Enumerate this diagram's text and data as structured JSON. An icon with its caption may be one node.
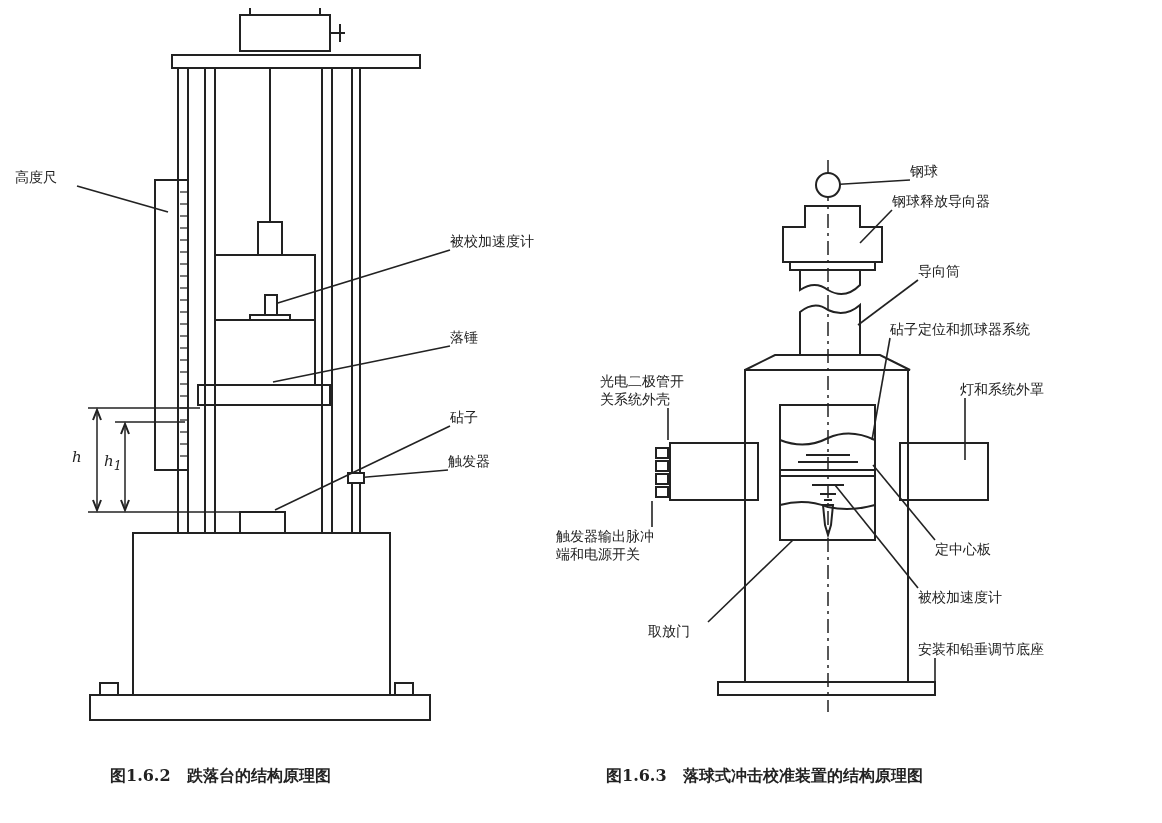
{
  "diagram": {
    "nodes": [
      {
        "text": [
          "高度尺"
        ]
      },
      {
        "text": [
          "被校加速度计"
        ]
      },
      {
        "text": [
          "落锤"
        ]
      },
      {
        "text": [
          "砧子"
        ]
      },
      {
        "text": [
          "触发器"
        ]
      },
      {
        "text": [
          "钢球"
        ]
      },
      {
        "text": [
          "钢球释放导向器"
        ]
      },
      {
        "text": [
          "导向筒"
        ]
      },
      {
        "text": [
          "砧子定位和抓球器系统"
        ]
      },
      {
        "text": [
          "光电二极管开关系统外壳"
        ]
      },
      {
        "text": [
          "灯和系统外罩"
        ]
      },
      {
        "text": [
          "触发器输出脉冲端和电源开关"
        ]
      },
      {
        "text": [
          "定中心板"
        ]
      },
      {
        "text": [
          "被校加速度计"
        ]
      },
      {
        "text": [
          "取放门"
        ]
      },
      {
        "text": [
          "安装和铅垂调节底座"
        ]
      },
      {
        "text": [],
        "shape": "box"
      },
      {
        "text": [],
        "shape": "box"
      },
      {
        "text": [],
        "shape": "circle"
      }
    ],
    "edges": [
      {
        "from": 0,
        "to": null,
        "arrow": "none"
      },
      {
        "from": 1,
        "to": 16,
        "arrow": "none"
      },
      {
        "from": 2,
        "to": null,
        "arrow": "none"
      },
      {
        "from": 3,
        "to": null,
        "arrow": "none"
      },
      {
        "from": 4,
        "to": 17,
        "arrow": "none"
      },
      {
        "from": 5,
        "to": 18,
        "arrow": "none"
      },
      {
        "from": 6,
        "to": null,
        "arrow": "none"
      },
      {
        "from": 7,
        "to": null,
        "arrow": "none"
      },
      {
        "from": 8,
        "to": null,
        "arrow": "none"
      },
      {
        "from": 9,
        "to": null,
        "arrow": "none"
      },
      {
        "from": 10,
        "to": null,
        "arrow": "none"
      },
      {
        "from": 11,
        "to": null,
        "arrow": "none"
      },
      {
        "from": 12,
        "to": null,
        "arrow": "none"
      },
      {
        "from": 13,
        "to": null,
        "arrow": "none"
      },
      {
        "from": 14,
        "to": null,
        "arrow": "none"
      },
      {
        "from": 15,
        "to": null,
        "arrow": "none"
      }
    ],
    "labels": [
      "h",
      "h$_{1}$",
      "图1.6.2　跌落台的结构原理图",
      "图1.6.3　落球式冲击校准装置的结构原理图"
    ]
  }
}
